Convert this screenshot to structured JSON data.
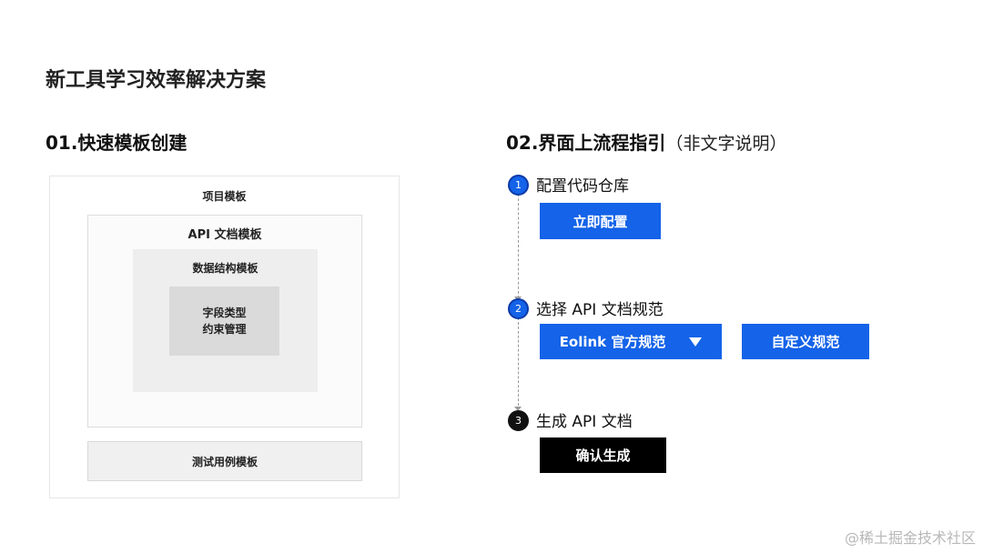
{
  "page_title": "新工具学习效率解决方案",
  "section1": {
    "title": "01.快速模板创建",
    "project_template": "项目模板",
    "api_doc_template": "API 文档模板",
    "data_struct_template": "数据结构模板",
    "field_type_line1": "字段类型",
    "field_type_line2": "约束管理",
    "test_case_template": "测试用例模板"
  },
  "section2": {
    "title": "02.界面上流程指引",
    "title_note": "（非文字说明）",
    "steps": [
      {
        "number": "1",
        "label": "配置代码仓库",
        "buttons": [
          "立即配置"
        ]
      },
      {
        "number": "2",
        "label": "选择 API 文档规范",
        "buttons": [
          "Eolink 官方规范",
          "自定义规范"
        ]
      },
      {
        "number": "3",
        "label": "生成 API 文档",
        "buttons": [
          "确认生成"
        ]
      }
    ]
  },
  "watermark": "@稀土掘金技术社区",
  "colors": {
    "accent_blue": "#1463e8",
    "dark": "#000000"
  },
  "icons": [
    "dropdown-triangle-icon",
    "arrow-down-icon"
  ]
}
